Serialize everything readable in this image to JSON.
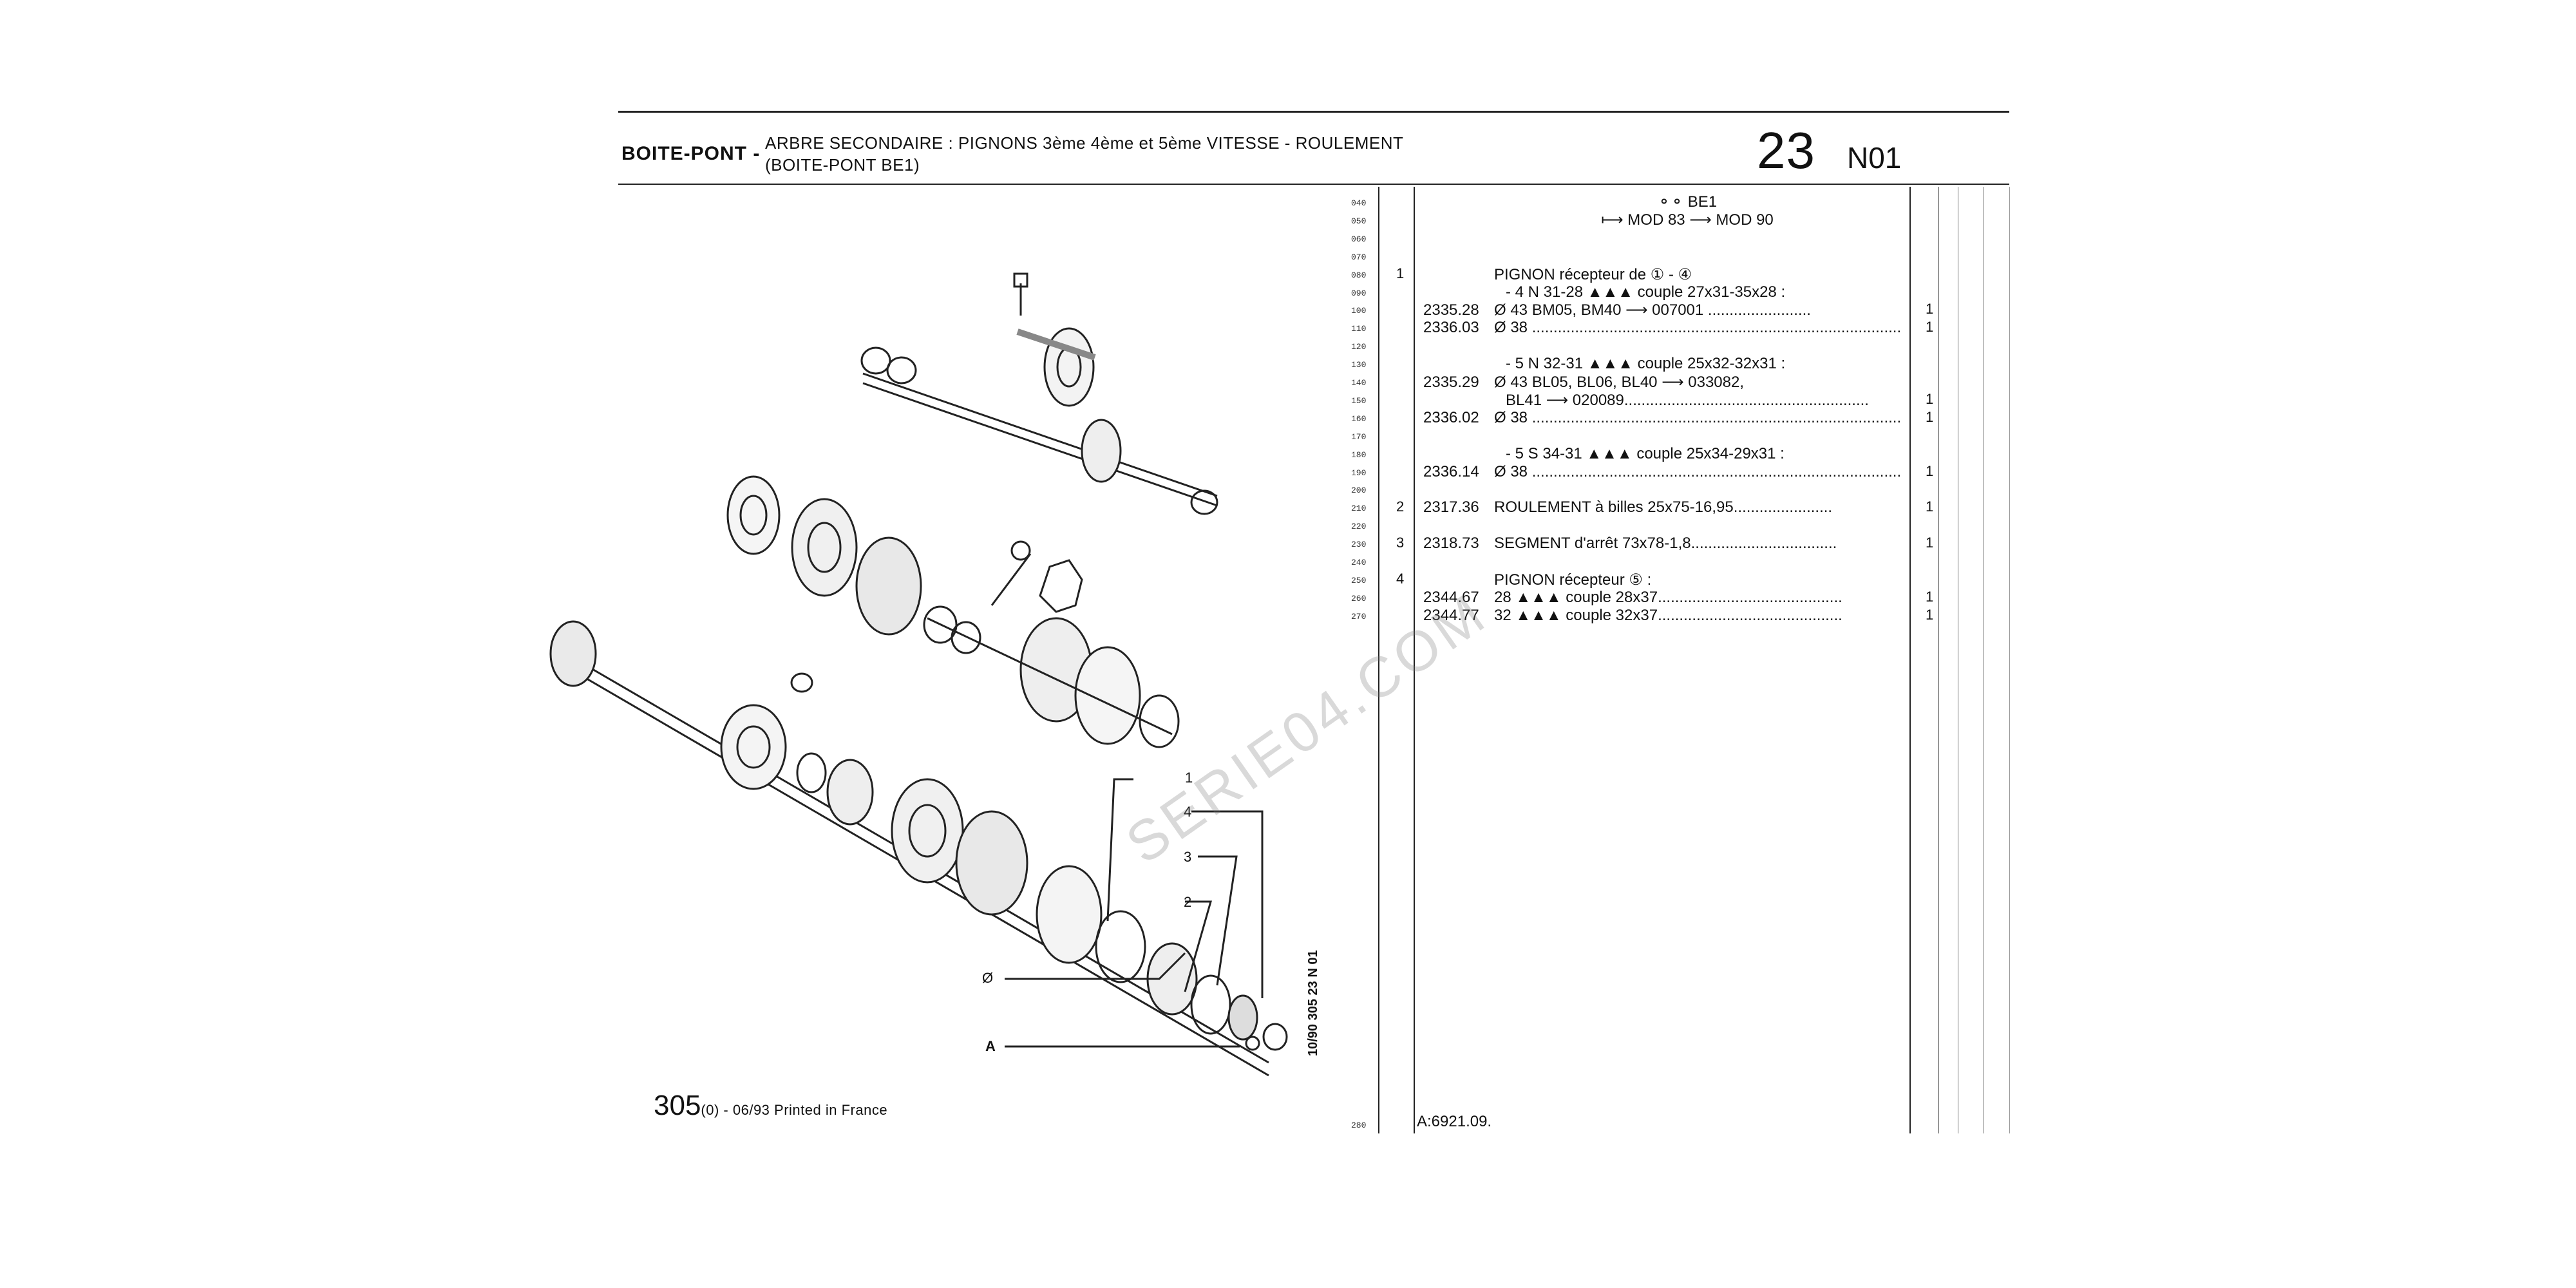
{
  "header": {
    "section": "BOITE-PONT -",
    "title_line1": "ARBRE SECONDAIRE : PIGNONS 3ème 4ème et 5ème VITESSE - ROULEMENT",
    "title_line2": "(BOITE-PONT BE1)",
    "page_number": "23",
    "page_code": "N01"
  },
  "model_header": {
    "line1": "BE1",
    "line2": "MOD 83",
    "line3": "MOD 90"
  },
  "row_numbers": [
    "040",
    "050",
    "060",
    "070",
    "080",
    "090",
    "100",
    "110",
    "120",
    "130",
    "140",
    "150",
    "160",
    "170",
    "180",
    "190",
    "200",
    "210",
    "220",
    "230",
    "240",
    "250",
    "260",
    "270"
  ],
  "last_row_number": "280",
  "parts": [
    {
      "item": "1",
      "ref": "",
      "text": "PIGNON récepteur de ① - ④",
      "qty": ""
    },
    {
      "item": "",
      "ref": "",
      "text": "- 4 N 31-28 ▲▲▲ couple 27x31-35x28 :",
      "qty": ""
    },
    {
      "item": "",
      "ref": "2335.28",
      "text": "Ø 43 BM05, BM40 ⟶ 007001 ........................",
      "qty": "1"
    },
    {
      "item": "",
      "ref": "2336.03",
      "text": "Ø 38 ......................................................................................",
      "qty": "1"
    },
    {
      "item": "",
      "ref": "",
      "text": "- 5 N 32-31 ▲▲▲ couple 25x32-32x31 :",
      "qty": ""
    },
    {
      "item": "",
      "ref": "2335.29",
      "text": "Ø 43 BL05, BL06, BL40 ⟶ 033082,",
      "qty": ""
    },
    {
      "item": "",
      "ref": "",
      "text": "BL41 ⟶ 020089.........................................................",
      "qty": "1"
    },
    {
      "item": "",
      "ref": "2336.02",
      "text": "Ø 38 ......................................................................................",
      "qty": "1"
    },
    {
      "item": "",
      "ref": "",
      "text": "- 5 S 34-31 ▲▲▲ couple 25x34-29x31 :",
      "qty": ""
    },
    {
      "item": "",
      "ref": "2336.14",
      "text": "Ø 38 ......................................................................................",
      "qty": "1"
    },
    {
      "item": "2",
      "ref": "2317.36",
      "text": "ROULEMENT à billes 25x75-16,95.......................",
      "qty": "1"
    },
    {
      "item": "3",
      "ref": "2318.73",
      "text": "SEGMENT d'arrêt 73x78-1,8..................................",
      "qty": "1"
    },
    {
      "item": "4",
      "ref": "",
      "text": "PIGNON récepteur ⑤ :",
      "qty": ""
    },
    {
      "item": "",
      "ref": "2344.67",
      "text": "28 ▲▲▲ couple 28x37...........................................",
      "qty": "1"
    },
    {
      "item": "",
      "ref": "2344.77",
      "text": "32 ▲▲▲ couple 32x37...........................................",
      "qty": "1"
    }
  ],
  "diagram_labels": {
    "l1": "1",
    "l2": "2",
    "l3": "3",
    "l4": "4",
    "lphi": "Ø",
    "lA": "A"
  },
  "rotated_code": "10/90  305  23 N 01",
  "watermark": "SERIE04.COM",
  "footer": {
    "model": "305",
    "rest": "(0) - 06/93 Printed in France"
  },
  "bottom_ref": "A:6921.09."
}
